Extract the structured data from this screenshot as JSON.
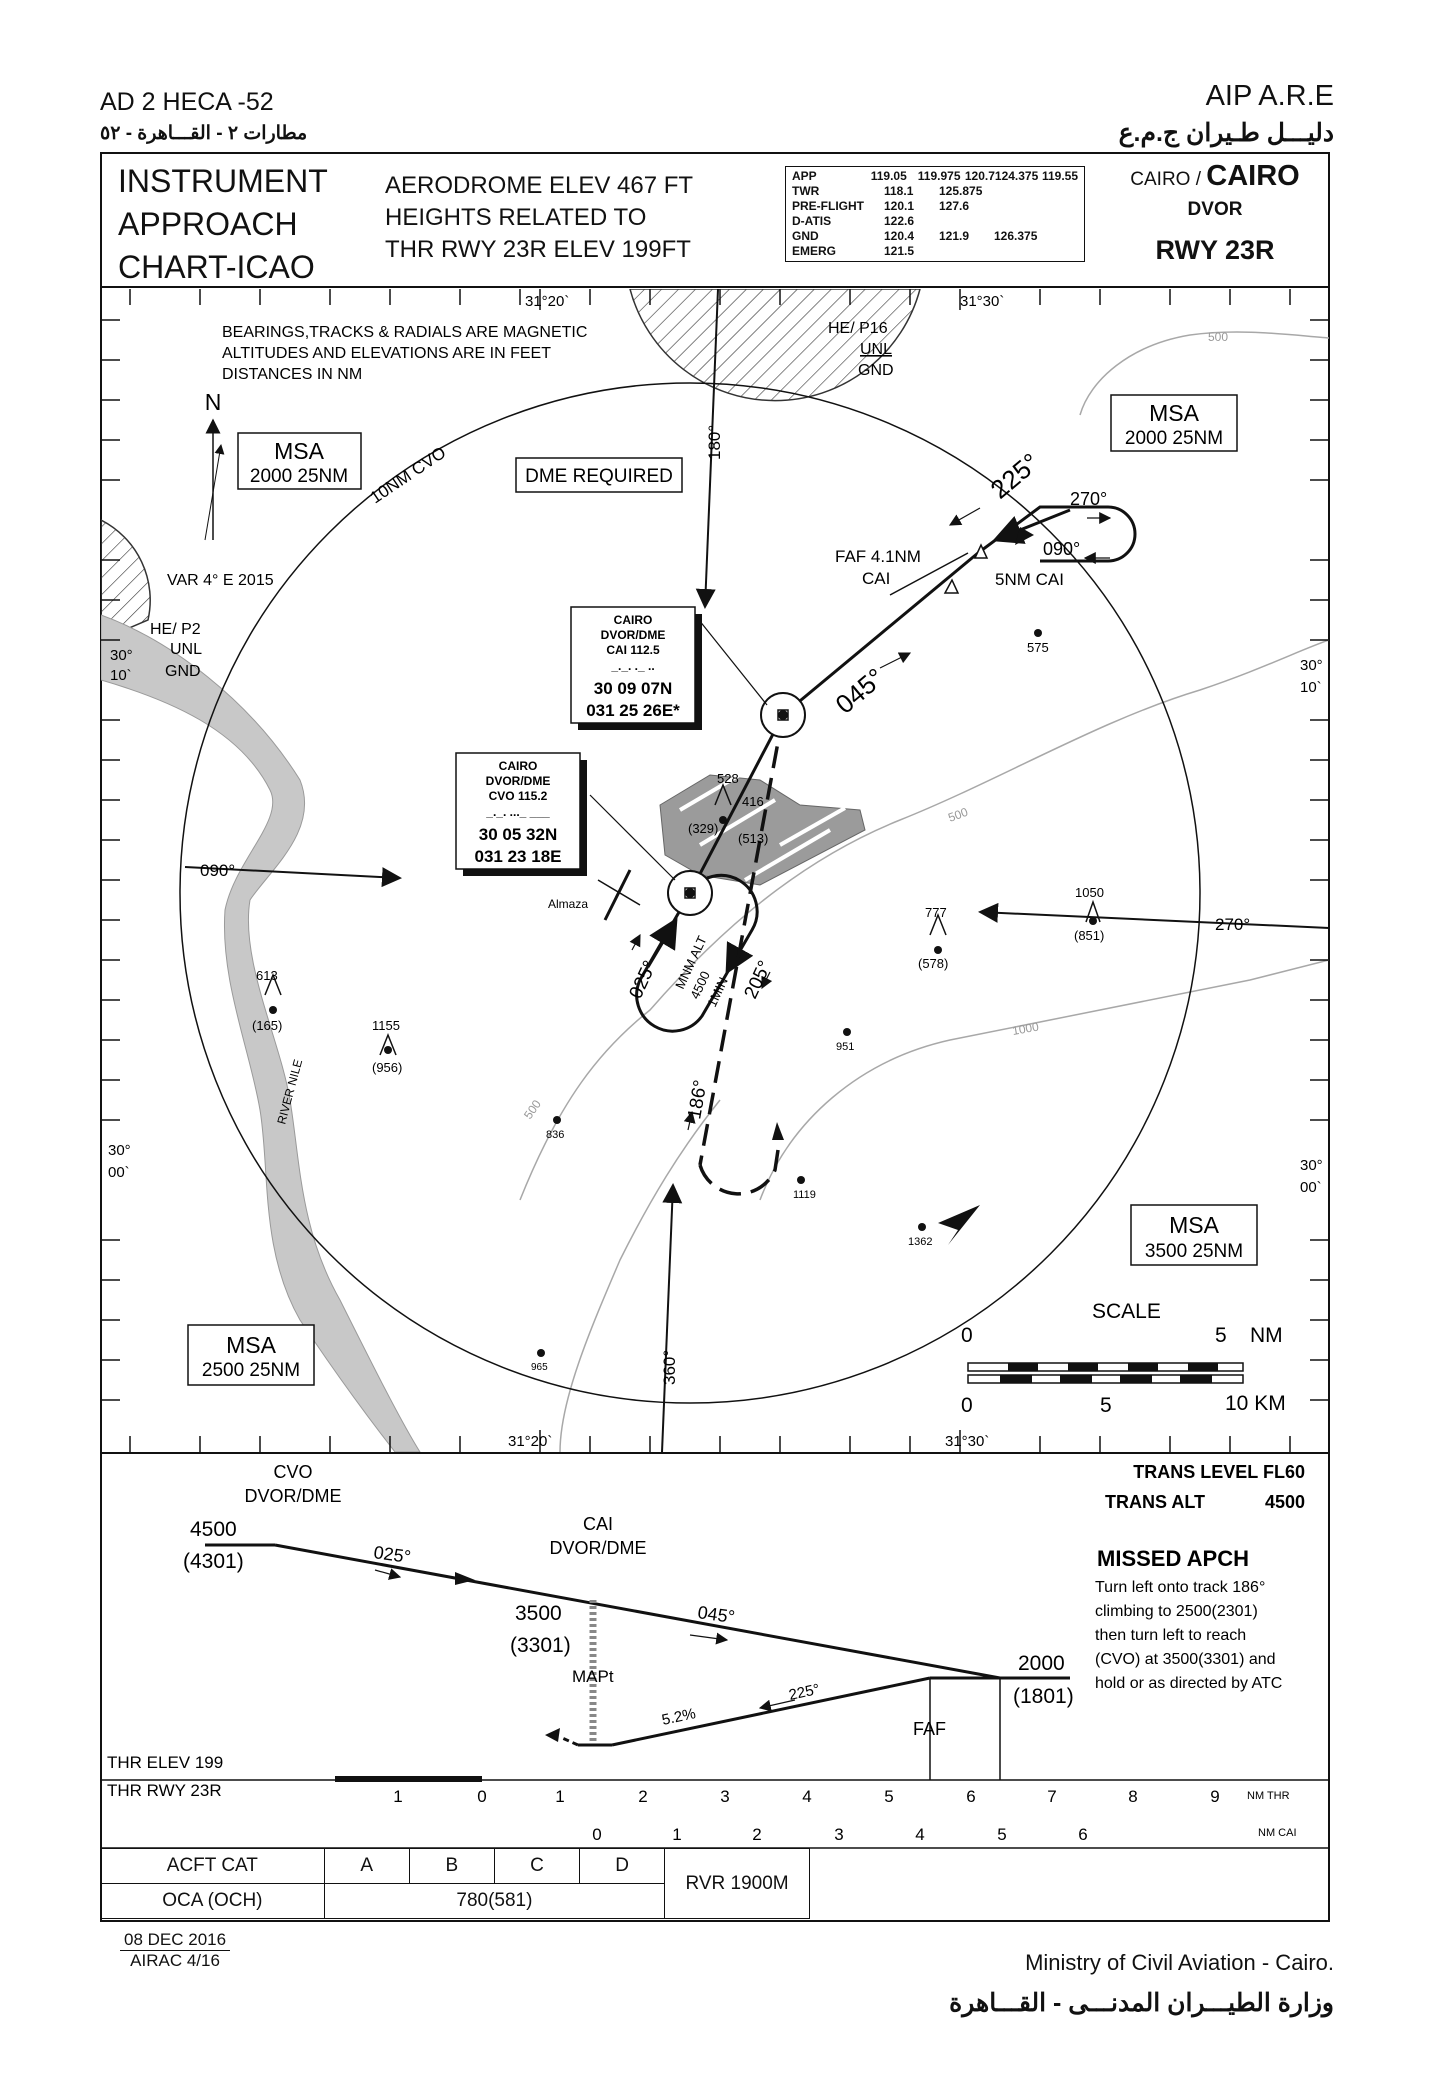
{
  "header": {
    "doc_ref": "AD 2 HECA -52",
    "doc_ref_ar": "مطارات ٢ - القـــاهرة - ٥٢",
    "aip": "AIP A.R.E",
    "aip_ar": "دليـــل طـيران ج.م.ع"
  },
  "title": {
    "line1": "INSTRUMENT",
    "line2": "APPROACH",
    "line3": "CHART-ICAO",
    "elev1": "AERODROME ELEV 467 FT",
    "elev2": "HEIGHTS RELATED TO",
    "elev3": "THR RWY  23R ELEV 199FT"
  },
  "frequencies": [
    {
      "label": "APP",
      "values": [
        "119.05",
        "119.975",
        "120.7",
        "124.375",
        "119.55"
      ]
    },
    {
      "label": "TWR",
      "values": [
        "118.1",
        "125.875"
      ]
    },
    {
      "label": "PRE-FLIGHT",
      "values": [
        "120.1",
        "127.6"
      ]
    },
    {
      "label": "D-ATIS",
      "values": [
        "122.6"
      ]
    },
    {
      "label": "GND",
      "values": [
        "120.4",
        "121.9",
        "126.375"
      ]
    },
    {
      "label": "EMERG",
      "values": [
        "121.5"
      ]
    }
  ],
  "ident": {
    "location": "CAIRO /",
    "location_bold": "CAIRO",
    "nav": "DVOR",
    "runway": "RWY 23R"
  },
  "plan": {
    "notes": [
      "BEARINGS,TRACKS & RADIALS ARE MAGNETIC",
      "ALTITUDES AND ELEVATIONS ARE IN FEET",
      "DISTANCES IN NM"
    ],
    "grid": {
      "lon_left": "31°20`",
      "lon_right": "31°30`",
      "lat_top_deg": "30°",
      "lat_top_min": "10`",
      "lat_mid_deg": "30°",
      "lat_mid_min": "00`"
    },
    "north": "N",
    "variation": "VAR 4° E 2015",
    "dme_circle": "10NM CVO",
    "dme_required": "DME REQUIRED",
    "area_p2": {
      "name": "HE/ P2",
      "upper": "UNL",
      "lower": "GND"
    },
    "area_p16": {
      "name": "HE/ P16",
      "upper": "UNL",
      "lower": "GND"
    },
    "msa": [
      {
        "label": "MSA",
        "value": "2000 25NM"
      },
      {
        "label": "MSA",
        "value": "2000 25NM"
      },
      {
        "label": "MSA",
        "value": "3500 25NM"
      },
      {
        "label": "MSA",
        "value": "2500 25NM"
      }
    ],
    "cai_box": {
      "l1": "CAIRO",
      "l2": "DVOR/DME",
      "l3": "CAI 112.5",
      "morse": "_._. ._ ..",
      "lat": "30 09 07N",
      "lon": "031 25 26E*"
    },
    "cvo_box": {
      "l1": "CAIRO",
      "l2": "DVOR/DME",
      "l3": "CVO 115.2",
      "morse": "_._. ..._ ___",
      "lat": "30 05 32N",
      "lon": "031 23 18E"
    },
    "faf": {
      "l1": "FAF 4.1NM",
      "l2": "CAI"
    },
    "fix_5nm": "5NM CAI",
    "tracks": {
      "t225": "225°",
      "t270_hold": "270°",
      "t090_hold": "090°",
      "t045": "045°",
      "t180": "180°",
      "t090": "090°",
      "t270": "270°",
      "t025": "025°",
      "t205": "205°",
      "t186": "186°",
      "t360": "360°"
    },
    "hold_text": [
      "MNM ALT",
      "4500",
      "1MIN"
    ],
    "almaza": "Almaza",
    "river": "RIVER NILE",
    "contours": [
      "500",
      "500",
      "500",
      "1000"
    ],
    "spot_heights": [
      "575",
      "528",
      "(329)",
      "416",
      "(513)",
      "777",
      "(578)",
      "1050",
      "(851)",
      "613",
      "(165)",
      "1155",
      "(956)",
      "951",
      "836",
      "1119",
      "1362",
      "965"
    ],
    "scale": {
      "title": "SCALE",
      "nm0": "0",
      "nm5": "5",
      "nm_unit": "NM",
      "km0": "0",
      "km5": "5",
      "km10": "10 KM"
    }
  },
  "profile": {
    "cvo": {
      "l1": "CVO",
      "l2": "DVOR/DME",
      "alt": "4500",
      "alt_h": "(4301)"
    },
    "cai": {
      "l1": "CAI",
      "l2": "DVOR/DME",
      "alt": "3500",
      "alt_h": "(3301)"
    },
    "mapt": "MAPt",
    "faf": "FAF",
    "faf_alt": "2000",
    "faf_alt_h": "(1801)",
    "track_025": "025°",
    "track_045": "045°",
    "track_225": "225°",
    "gradient": "5.2%",
    "trans_level": "TRANS LEVEL FL60",
    "trans_alt_label": "TRANS ALT",
    "trans_alt_value": "4500",
    "missed_title": "MISSED APCH",
    "missed_lines": [
      "Turn left onto track 186°",
      "climbing to 2500(2301)",
      "then turn left to reach",
      "(CVO) at 3500(3301) and",
      "hold or  as directed by ATC"
    ],
    "thr_elev": "THR ELEV 199",
    "thr_rwy": "THR RWY 23R",
    "thr_scale": [
      "1",
      "0",
      "1",
      "2",
      "3",
      "4",
      "5",
      "6",
      "7",
      "8",
      "9"
    ],
    "thr_scale_unit": "NM THR",
    "cai_scale": [
      "0",
      "1",
      "2",
      "3",
      "4",
      "5",
      "6"
    ],
    "cai_scale_unit": "NM CAI"
  },
  "minima": {
    "acft_cat": "ACFT CAT",
    "cats": [
      "A",
      "B",
      "C",
      "D"
    ],
    "oca_label": "OCA (OCH)",
    "oca_value": "780(581)",
    "rvr": "RVR 1900M"
  },
  "footer": {
    "date": "08 DEC 2016",
    "airac": "AIRAC 4/16",
    "ministry": "Ministry of Civil Aviation - Cairo.",
    "ministry_ar": "وزارة الطيـــران المدنـــى - القـــاهرة"
  }
}
